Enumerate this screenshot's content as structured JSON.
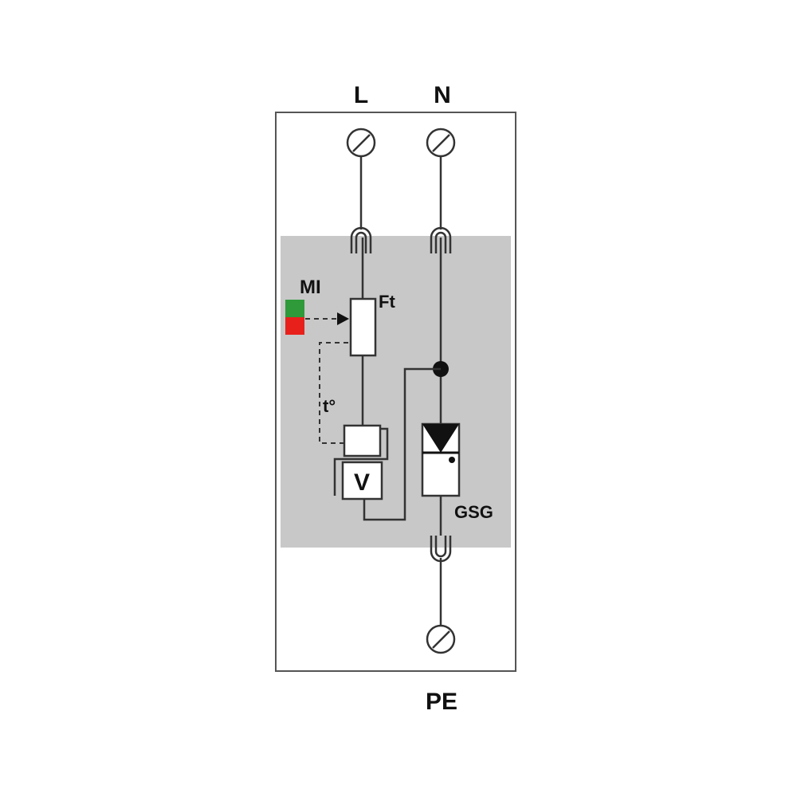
{
  "terminals": {
    "line": "L",
    "neutral": "N",
    "protective_earth": "PE"
  },
  "labels": {
    "monitoring_indicator": "MI",
    "thermal_fuse": "Ft",
    "thermal_link": "t°",
    "varistor": "V",
    "gas_spark_gap": "GSG"
  },
  "colors": {
    "outline": "#333333",
    "module_fill": "#c8c8c8",
    "indicator_ok": "#2e9a3a",
    "indicator_fault": "#e8201c",
    "component_fill": "#ffffff"
  }
}
